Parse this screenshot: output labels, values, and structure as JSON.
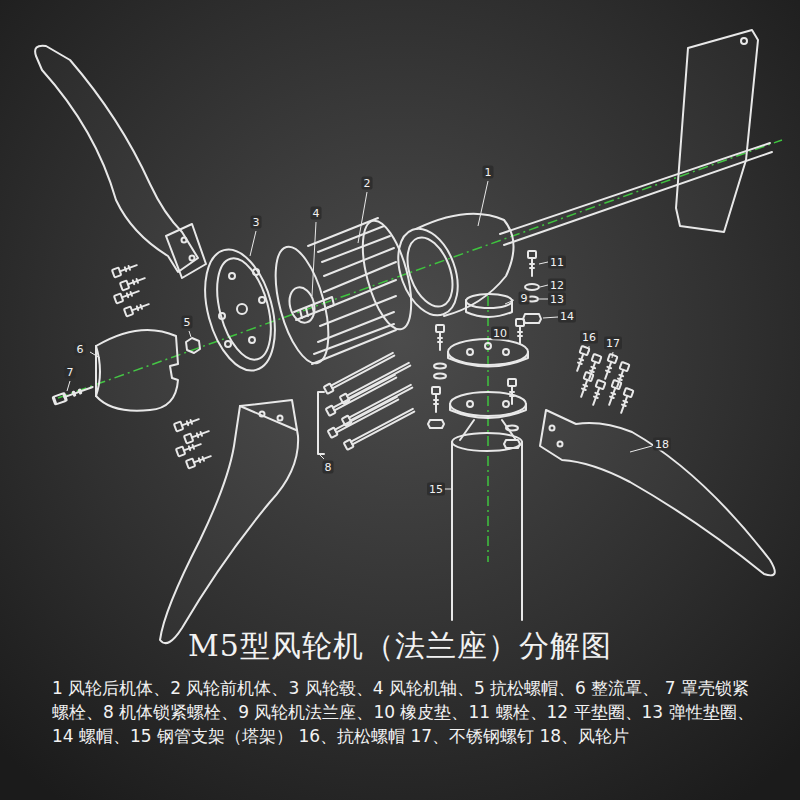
{
  "diagram": {
    "title": "M5型风轮机（法兰座）分解图",
    "caption": "1 风轮后机体、2 风轮前机体、3 风轮毂、4 风轮机轴、5 抗松螺帽、6 整流罩、 7 罩壳锁紧螺栓、8 机体锁紧螺栓、9 风轮机法兰座、10 橡皮垫、11 螺栓、12 平垫圈、13 弹性垫圈、14 螺帽、15 钢管支架（塔架） 16、抗松螺帽 17、不锈钢螺钉 18、风轮片",
    "labels": [
      "1",
      "2",
      "3",
      "4",
      "5",
      "6",
      "7",
      "8",
      "9",
      "10",
      "11",
      "12",
      "13",
      "14",
      "15",
      "16",
      "17",
      "18"
    ]
  }
}
